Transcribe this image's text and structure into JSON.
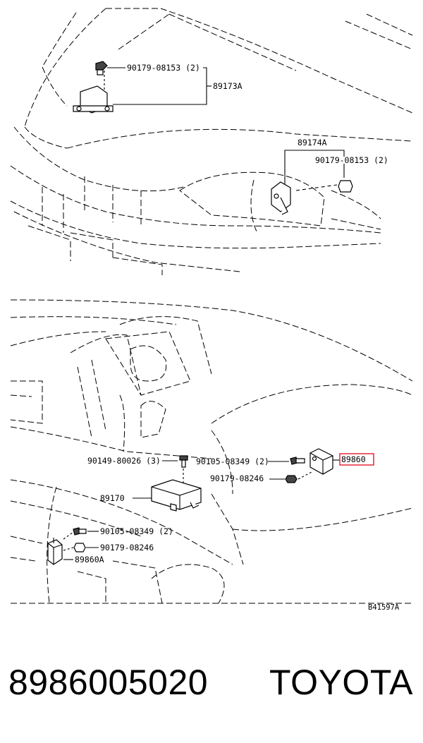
{
  "diagram": {
    "labels": {
      "bolt_top": "90179-08153 (2)",
      "sensor_left_front": "89173A",
      "sensor_right_front": "89174A",
      "nut_right_front": "90179-08153 (2)",
      "bolt_center_3": "90149-80026 (3)",
      "bolt_center_2": "90105-08349 (2)",
      "highlight_part": "89860",
      "nut_center": "90179-08246",
      "airbag_ecu": "89170",
      "bolt_lower_2": "90105-08349 (2)",
      "nut_lower": "90179-08246",
      "sensor_lower": "89860A",
      "diagram_code": "B41597A"
    },
    "highlight_color": "#e0192b"
  },
  "footer": {
    "part_number": "8986005020",
    "brand": "TOYOTA"
  }
}
